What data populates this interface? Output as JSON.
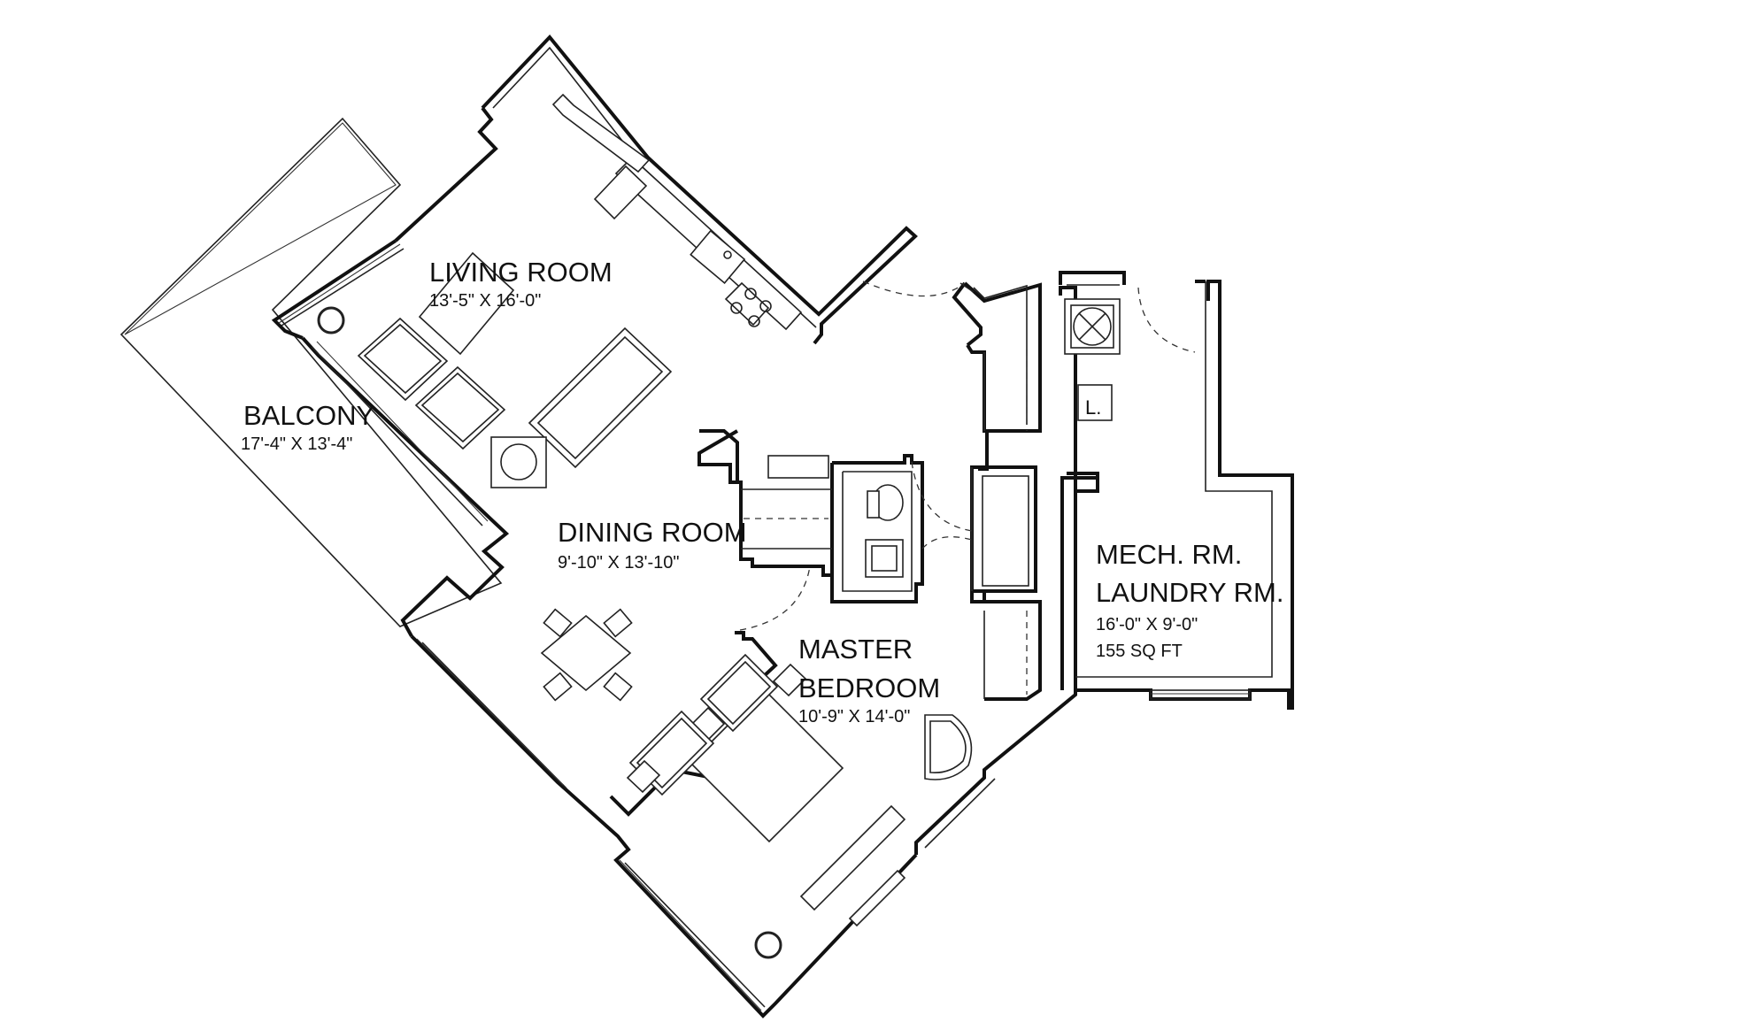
{
  "rooms": {
    "living": {
      "name": "LIVING ROOM",
      "dims": "13'-5\" X 16'-0\""
    },
    "balcony": {
      "name": "BALCONY",
      "dims": "17'-4\" X 13'-4\""
    },
    "dining": {
      "name": "DINING ROOM",
      "dims": "9'-10\" X 13'-10\""
    },
    "master": {
      "name_line1": "MASTER",
      "name_line2": "BEDROOM",
      "dims": "10'-9\" X 14'-0\""
    },
    "mech": {
      "name_line1": "MECH. RM.",
      "name_line2": "LAUNDRY RM.",
      "dims": "16'-0\" X 9'-0\"",
      "area": "155 SQ FT"
    }
  },
  "fixtures": {
    "laundry_mark": "L."
  }
}
